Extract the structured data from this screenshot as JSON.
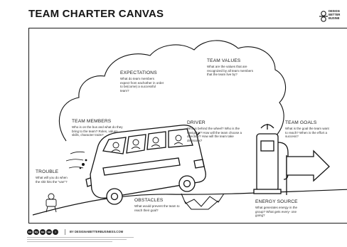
{
  "header": {
    "title": "TEAM CHARTER CANVAS",
    "brand_text": "DESIGN\nBETTER\nBUSINE"
  },
  "sections": {
    "expectations": {
      "title": "EXPECTATIONS",
      "question": "What do team members expect from eachother in order to be(come) a successful team?"
    },
    "team_values": {
      "title": "TEAM VALUES",
      "question": "What are the values that are recognized by all team members that the team live by?"
    },
    "team_members": {
      "title": "TEAM MEMBERS",
      "question": "Who is on the bus and what do they bring to the team? Roles, values, skills, character traits?"
    },
    "driver": {
      "title": "DRIVER",
      "question": "Who is behind the wheel? Who is the navigator? How will the team choose a direction? How will the team take decisions?"
    },
    "team_goals": {
      "title": "TEAM GOALS",
      "question": "What is the goal the team want to reach? When is the effort a success?"
    },
    "trouble": {
      "title": "TROUBLE",
      "question": "What will you do when the shit hits the \"van\"?"
    },
    "obstacles": {
      "title": "OBSTACLES",
      "question": "What would prevent the team to reach their goal?"
    },
    "energy_source": {
      "title": "ENERGY SOURCE",
      "question": "What generates energy in the group? What gets every- one going?"
    }
  },
  "footer": {
    "license_icons": [
      "cc",
      "by",
      "nc",
      "sa",
      "i"
    ],
    "credit": "BY DESIGNABETTERBUSINESS.COM"
  },
  "icons": {
    "brand": "design-better-business-logo-icon",
    "license": "creative-commons-icon"
  }
}
